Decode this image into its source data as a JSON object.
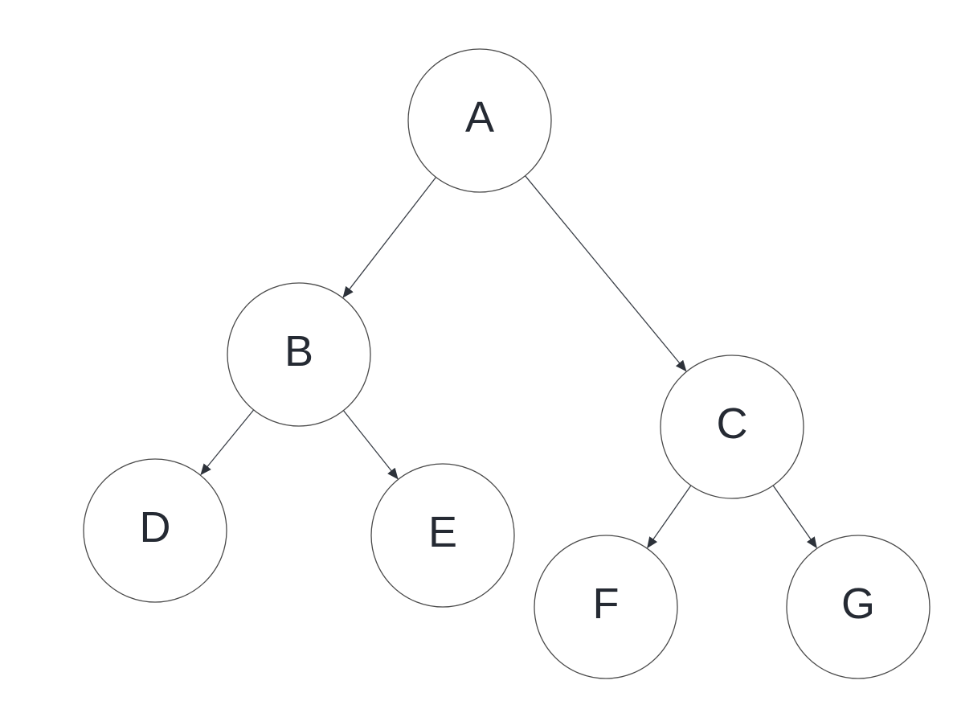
{
  "diagram": {
    "type": "binary-tree",
    "nodes": [
      {
        "id": "A",
        "label": "A"
      },
      {
        "id": "B",
        "label": "B"
      },
      {
        "id": "C",
        "label": "C"
      },
      {
        "id": "D",
        "label": "D"
      },
      {
        "id": "E",
        "label": "E"
      },
      {
        "id": "F",
        "label": "F"
      },
      {
        "id": "G",
        "label": "G"
      }
    ],
    "edges": [
      {
        "from": "A",
        "to": "B"
      },
      {
        "from": "A",
        "to": "C"
      },
      {
        "from": "B",
        "to": "D"
      },
      {
        "from": "B",
        "to": "E"
      },
      {
        "from": "C",
        "to": "F"
      },
      {
        "from": "C",
        "to": "G"
      }
    ],
    "colors": {
      "node_stroke": "#4a4a4a",
      "node_fill": "#ffffff",
      "edge": "#3a3f47",
      "label": "#252a33"
    }
  }
}
